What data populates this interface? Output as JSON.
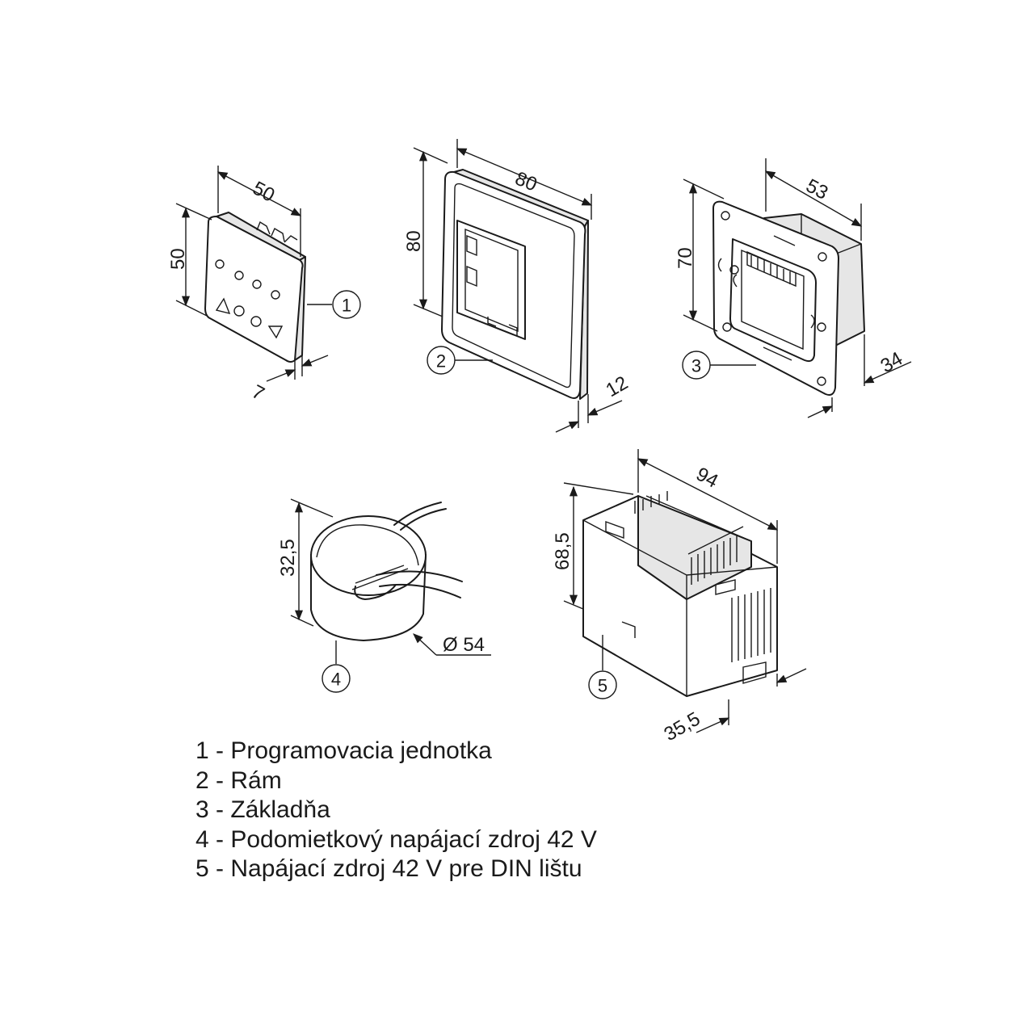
{
  "dimensions": {
    "unit1_width": "50",
    "unit1_height": "50",
    "unit1_depth": "7",
    "frame_width": "80",
    "frame_height": "80",
    "frame_depth": "12",
    "base_width": "53",
    "base_height": "70",
    "base_depth": "34",
    "psu4_height": "32,5",
    "psu4_diameter": "Ø 54",
    "psu5_length": "94",
    "psu5_height": "68,5",
    "psu5_width": "35,5"
  },
  "callouts": [
    "1",
    "2",
    "3",
    "4",
    "5"
  ],
  "legend": [
    "1 - Programovacia jednotka",
    "2 - Rám",
    "3 - Základňa",
    "4 - Podomietkový napájací zdroj 42 V",
    "5 - Napájací zdroj 42 V pre DIN lištu"
  ]
}
